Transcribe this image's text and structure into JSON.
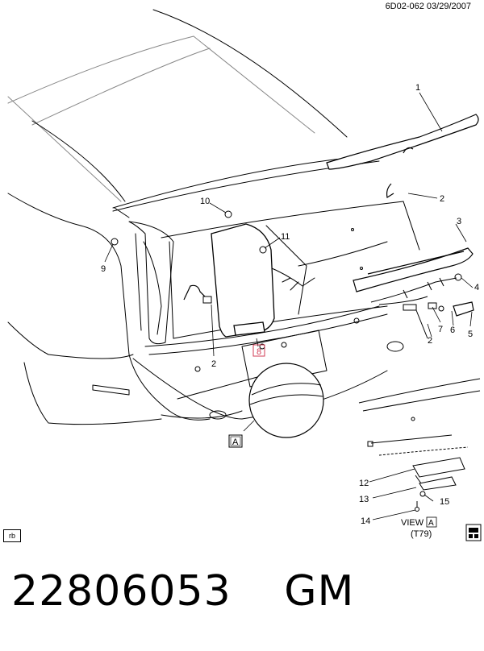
{
  "header": {
    "doc_id": "6D02-062  03/29/2007"
  },
  "callouts": {
    "c1": "1",
    "c2a": "2",
    "c2b": "2",
    "c2c": "2",
    "c3": "3",
    "c4": "4",
    "c5": "5",
    "c6": "6",
    "c7": "7",
    "c8": "8",
    "c9": "9",
    "c10": "10",
    "c11": "11",
    "c12": "12",
    "c13": "13",
    "c14": "14",
    "c15": "15"
  },
  "view": {
    "box_letter": "A",
    "label": "VIEW",
    "letter": "A",
    "option": "(T79)"
  },
  "corner_tag": "rb",
  "footer": {
    "part_number": "22806053",
    "brand": "GM"
  },
  "colors": {
    "highlight": "#d23c55",
    "line": "#000000"
  }
}
